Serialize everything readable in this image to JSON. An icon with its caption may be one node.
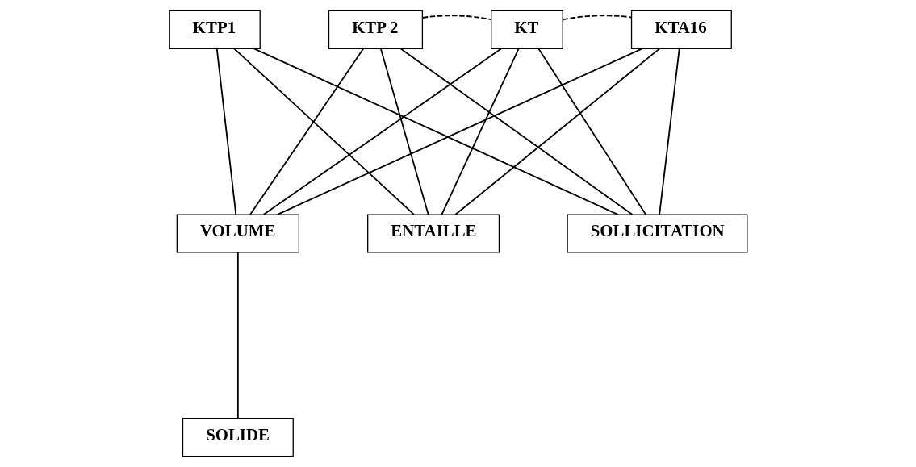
{
  "diagram": {
    "nodes": [
      {
        "text": [
          "KTP1"
        ]
      },
      {
        "text": [
          "KTP 2"
        ]
      },
      {
        "text": [
          "KT"
        ]
      },
      {
        "text": [
          "KTA16"
        ]
      },
      {
        "text": [
          "VOLUME"
        ]
      },
      {
        "text": [
          "ENTAILLE"
        ]
      },
      {
        "text": [
          "SOLLICITATION"
        ]
      },
      {
        "text": [
          "SOLIDE"
        ]
      }
    ],
    "edges": [
      {
        "from": 1,
        "to": 2,
        "arrow": "none",
        "style": "dashed"
      },
      {
        "from": 2,
        "to": 3,
        "arrow": "none",
        "style": "dashed"
      },
      {
        "from": 0,
        "to": 4,
        "arrow": "none"
      },
      {
        "from": 0,
        "to": 5,
        "arrow": "none"
      },
      {
        "from": 0,
        "to": 6,
        "arrow": "none"
      },
      {
        "from": 1,
        "to": 4,
        "arrow": "none"
      },
      {
        "from": 1,
        "to": 5,
        "arrow": "none"
      },
      {
        "from": 1,
        "to": 6,
        "arrow": "none"
      },
      {
        "from": 2,
        "to": 4,
        "arrow": "none"
      },
      {
        "from": 2,
        "to": 5,
        "arrow": "none"
      },
      {
        "from": 2,
        "to": 6,
        "arrow": "none"
      },
      {
        "from": 3,
        "to": 4,
        "arrow": "none"
      },
      {
        "from": 3,
        "to": 5,
        "arrow": "none"
      },
      {
        "from": 3,
        "to": 6,
        "arrow": "none"
      },
      {
        "from": 4,
        "to": 7,
        "arrow": "none"
      }
    ]
  }
}
